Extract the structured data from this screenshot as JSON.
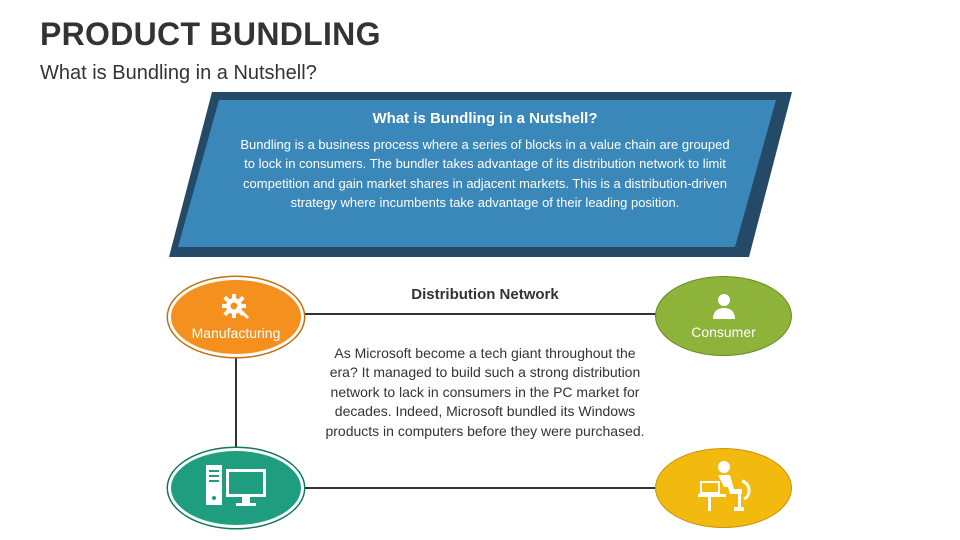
{
  "slide": {
    "title": "PRODUCT BUNDLING",
    "subtitle": "What is Bundling in a Nutshell?"
  },
  "banner": {
    "heading": "What is Bundling in a Nutshell?",
    "body": "Bundling is a business process where a series of blocks in a value chain are grouped to lock in consumers. The bundler takes advantage of its distribution network to limit competition and gain market shares in adjacent markets. This is a distribution-driven strategy where incumbents take advantage of their leading position.",
    "color": "#3a87ba",
    "shadow_color": "#244a68"
  },
  "nodes": {
    "manufacturing": {
      "label": "Manufacturing",
      "icon": "gear-wrench-icon",
      "color": "#f5901e",
      "border": "#ffffff"
    },
    "consumer": {
      "label": "Consumer",
      "icon": "person-icon",
      "color": "#8db33a"
    },
    "computer": {
      "label": "",
      "icon": "desktop-computer-icon",
      "color": "#1f9d7f"
    },
    "user": {
      "label": "",
      "icon": "person-at-computer-icon",
      "color": "#f2b90f"
    }
  },
  "distribution": {
    "title": "Distribution Network",
    "body": "As Microsoft become a tech giant throughout the era? It managed to build such a strong distribution network to lack in consumers in the PC market for decades. Indeed, Microsoft bundled its Windows products in computers before they were purchased."
  }
}
